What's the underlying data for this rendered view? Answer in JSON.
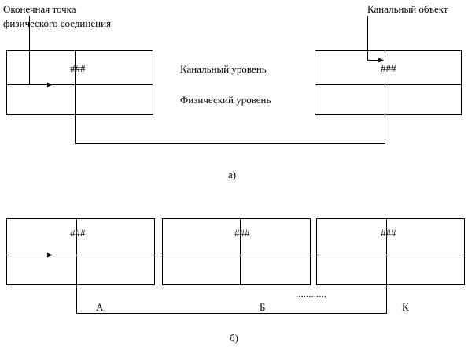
{
  "diagram_a": {
    "callout_left_line1": "Оконечная точка",
    "callout_left_line2": "физического соединения",
    "callout_right": "Канальный объект",
    "layer_link": "Канальный уровень",
    "layer_physical": "Физический уровень",
    "node_marker": "###",
    "caption": "а)"
  },
  "diagram_b": {
    "node_marker": "###",
    "label_a": "А",
    "label_b": "Б",
    "ellipsis": "............",
    "label_k": "К",
    "caption": "б)"
  },
  "colors": {
    "stroke": "#000000",
    "background": "#ffffff"
  }
}
